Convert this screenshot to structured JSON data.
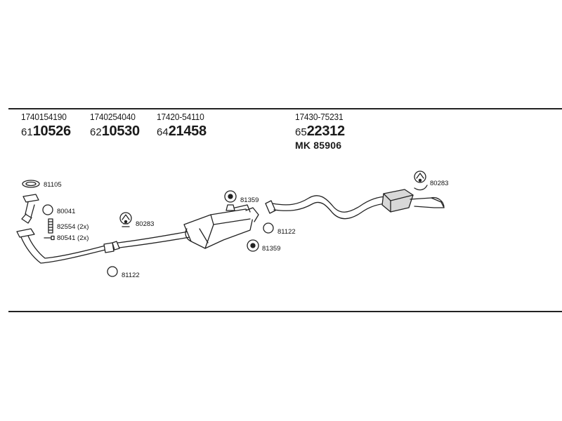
{
  "headers": [
    {
      "part_number": "1740154190",
      "ref_prefix": "61",
      "ref_number": "10526"
    },
    {
      "part_number": "1740254040",
      "ref_prefix": "62",
      "ref_number": "10530"
    },
    {
      "part_number": "17420-54110",
      "ref_prefix": "64",
      "ref_number": "21458"
    },
    {
      "part_number": "17430-75231",
      "ref_prefix": "65",
      "ref_number": "22312",
      "mk": "MK  85906"
    }
  ],
  "labels": {
    "l_81105": "81105",
    "l_80041": "80041",
    "l_82554": "82554 (2x)",
    "l_80541": "80541 (2x)",
    "l_80283_mid": "80283",
    "l_81122_low": "81122",
    "l_81359_top": "81359",
    "l_81122_mid": "81122",
    "l_81359_bottom": "81359",
    "l_80283_right": "80283"
  },
  "colors": {
    "line": "#222222",
    "fill": "#ffffff",
    "shade": "#d8d8d8"
  }
}
